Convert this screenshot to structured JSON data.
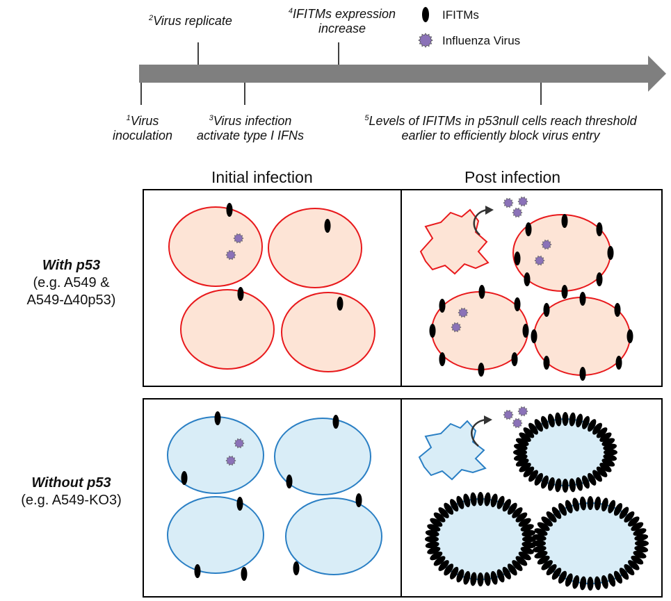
{
  "timeline": {
    "steps": [
      {
        "num": "1",
        "lines": [
          "Virus",
          "inoculation"
        ]
      },
      {
        "num": "2",
        "lines": [
          "Virus replicate"
        ]
      },
      {
        "num": "3",
        "lines": [
          "Virus infection",
          "activate type I IFNs"
        ]
      },
      {
        "num": "4",
        "lines": [
          "IFITMs expression",
          "increase"
        ]
      },
      {
        "num": "5",
        "lines": [
          "Levels of IFITMs in p53null cells reach threshold",
          "earlier to efficiently block virus entry"
        ]
      }
    ]
  },
  "legend": {
    "ifitms": "IFITMs",
    "virus": "Influenza Virus"
  },
  "columns": {
    "initial": "Initial infection",
    "post": "Post infection"
  },
  "rows": {
    "with": {
      "title": "With p53",
      "sub1": "(e.g. A549 &",
      "sub2": "A549-∆40p53)"
    },
    "without": {
      "title": "Without p53",
      "sub1": "(e.g. A549-KO3)"
    }
  },
  "colors": {
    "arrow": "#7f7f7f",
    "with_fill": "#fde4d6",
    "with_stroke": "#e8191c",
    "without_fill": "#d9edf7",
    "without_stroke": "#2a7fc4",
    "ifitm": "#000000",
    "virus": "#8b72b8"
  }
}
